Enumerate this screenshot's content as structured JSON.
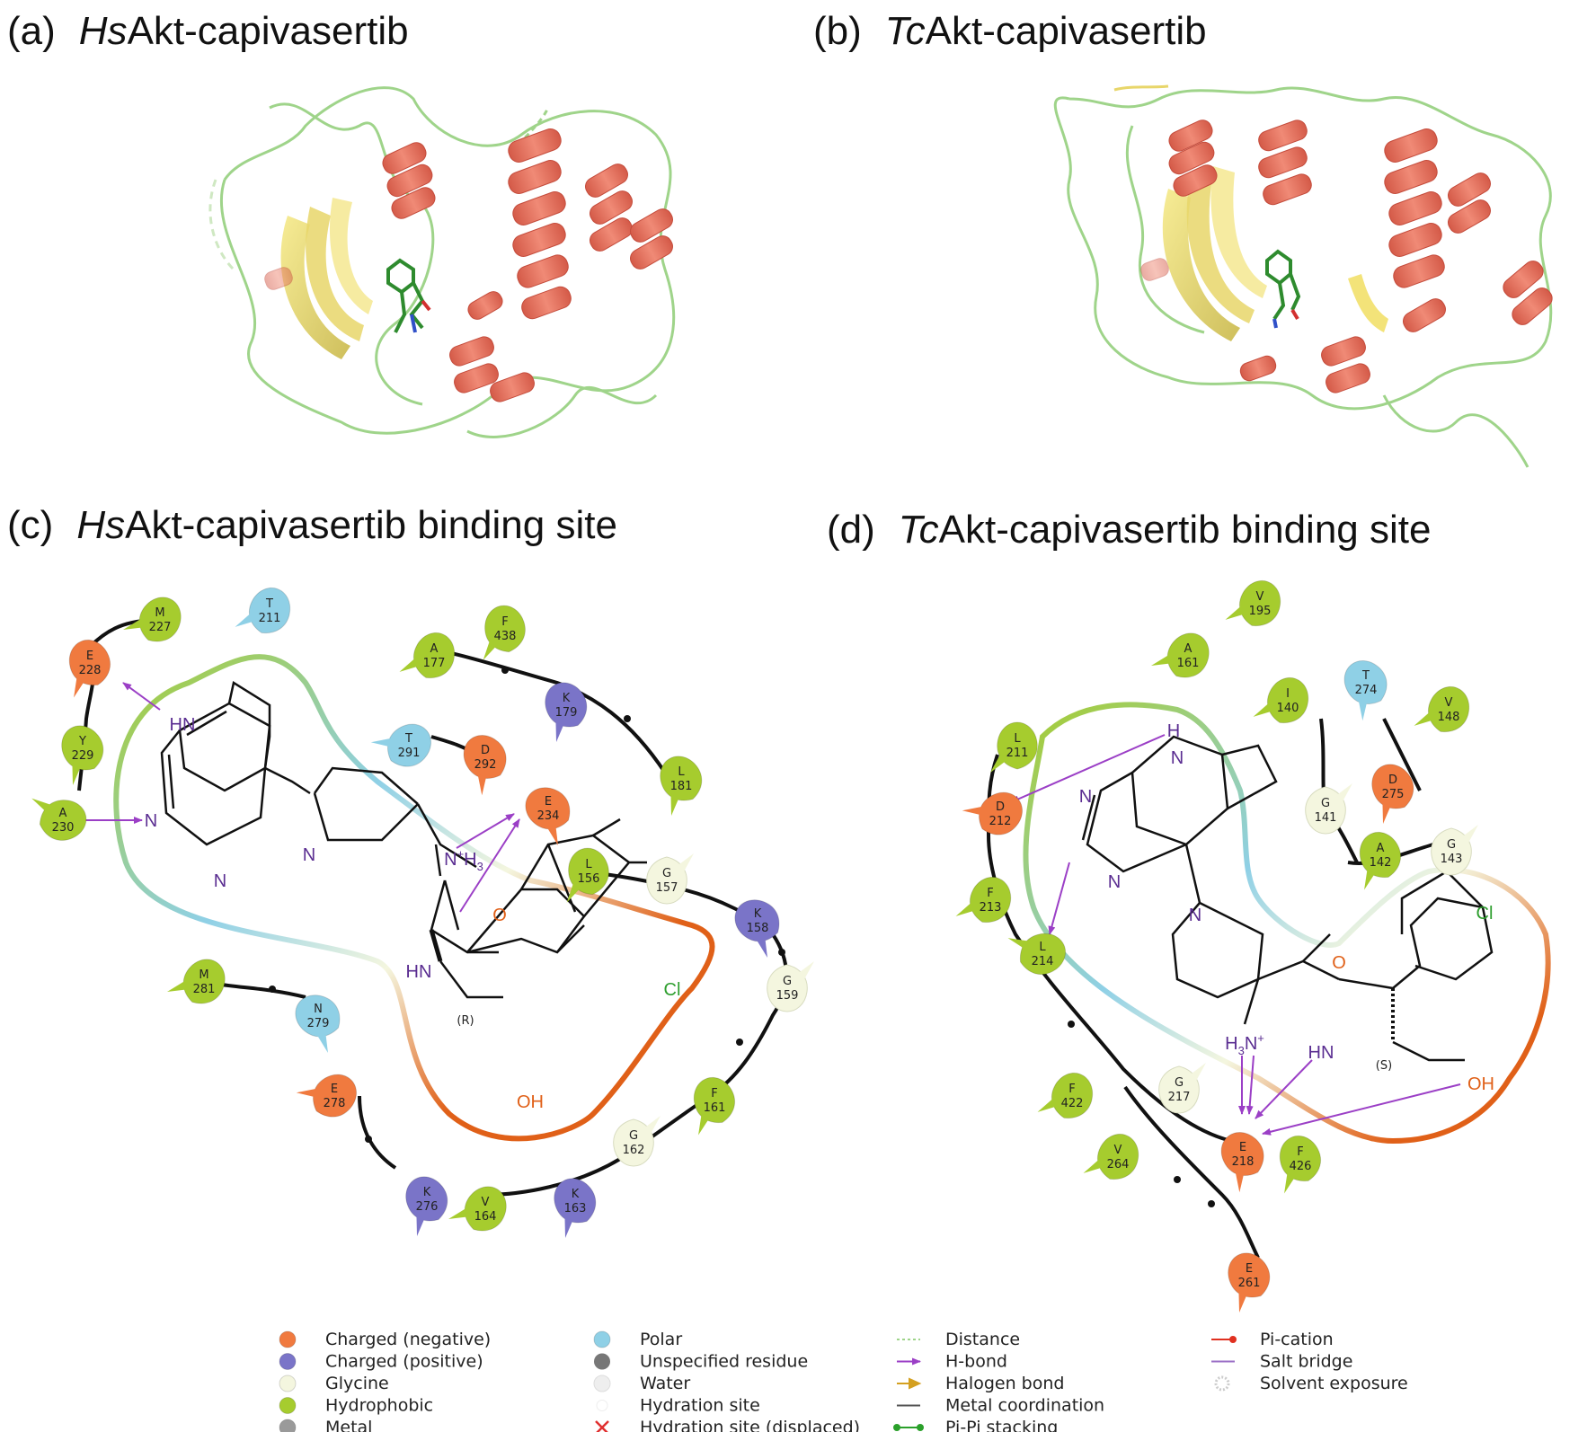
{
  "panels": [
    {
      "label": "(a)",
      "italic": "Hs",
      "rest": "Akt-capivasertib"
    },
    {
      "label": "(b)",
      "italic": "Tc",
      "rest": "Akt-capivasertib"
    },
    {
      "label": "(c)",
      "italic": "Hs",
      "rest": "Akt-capivasertib binding site"
    },
    {
      "label": "(d)",
      "italic": "Tc",
      "rest": "Akt-capivasertib binding site"
    }
  ],
  "colors": {
    "negative": "#f07a3f",
    "positive": "#7a74c8",
    "glycine": "#f4f6df",
    "hydrophobic": "#a6cc2e",
    "polar": "#8fd0e6",
    "metal": "#9a9a9a",
    "helix": "#e8705c",
    "sheet": "#f2e06a",
    "loop": "#9fd48a",
    "hbond": "#9b3fc6",
    "ligand": "#2e8b2e"
  },
  "residues_c": [
    {
      "aa": "M",
      "num": "227",
      "type": "hydrophobic"
    },
    {
      "aa": "T",
      "num": "211",
      "type": "polar"
    },
    {
      "aa": "E",
      "num": "228",
      "type": "negative"
    },
    {
      "aa": "Y",
      "num": "229",
      "type": "hydrophobic"
    },
    {
      "aa": "A",
      "num": "230",
      "type": "hydrophobic"
    },
    {
      "aa": "F",
      "num": "438",
      "type": "hydrophobic"
    },
    {
      "aa": "A",
      "num": "177",
      "type": "hydrophobic"
    },
    {
      "aa": "K",
      "num": "179",
      "type": "positive"
    },
    {
      "aa": "T",
      "num": "291",
      "type": "polar"
    },
    {
      "aa": "D",
      "num": "292",
      "type": "negative"
    },
    {
      "aa": "L",
      "num": "181",
      "type": "hydrophobic"
    },
    {
      "aa": "E",
      "num": "234",
      "type": "negative"
    },
    {
      "aa": "L",
      "num": "156",
      "type": "hydrophobic"
    },
    {
      "aa": "G",
      "num": "157",
      "type": "glycine"
    },
    {
      "aa": "K",
      "num": "158",
      "type": "positive"
    },
    {
      "aa": "G",
      "num": "159",
      "type": "glycine"
    },
    {
      "aa": "M",
      "num": "281",
      "type": "hydrophobic"
    },
    {
      "aa": "N",
      "num": "279",
      "type": "polar"
    },
    {
      "aa": "E",
      "num": "278",
      "type": "negative"
    },
    {
      "aa": "K",
      "num": "276",
      "type": "positive"
    },
    {
      "aa": "F",
      "num": "161",
      "type": "hydrophobic"
    },
    {
      "aa": "G",
      "num": "162",
      "type": "glycine"
    },
    {
      "aa": "K",
      "num": "163",
      "type": "positive"
    },
    {
      "aa": "V",
      "num": "164",
      "type": "hydrophobic"
    }
  ],
  "residues_d": [
    {
      "aa": "V",
      "num": "195",
      "type": "hydrophobic"
    },
    {
      "aa": "A",
      "num": "161",
      "type": "hydrophobic"
    },
    {
      "aa": "I",
      "num": "140",
      "type": "hydrophobic"
    },
    {
      "aa": "T",
      "num": "274",
      "type": "polar"
    },
    {
      "aa": "V",
      "num": "148",
      "type": "hydrophobic"
    },
    {
      "aa": "L",
      "num": "211",
      "type": "hydrophobic"
    },
    {
      "aa": "G",
      "num": "141",
      "type": "glycine"
    },
    {
      "aa": "D",
      "num": "275",
      "type": "negative"
    },
    {
      "aa": "D",
      "num": "212",
      "type": "negative"
    },
    {
      "aa": "A",
      "num": "142",
      "type": "hydrophobic"
    },
    {
      "aa": "G",
      "num": "143",
      "type": "glycine"
    },
    {
      "aa": "F",
      "num": "213",
      "type": "hydrophobic"
    },
    {
      "aa": "L",
      "num": "214",
      "type": "hydrophobic"
    },
    {
      "aa": "F",
      "num": "422",
      "type": "hydrophobic"
    },
    {
      "aa": "G",
      "num": "217",
      "type": "glycine"
    },
    {
      "aa": "V",
      "num": "264",
      "type": "hydrophobic"
    },
    {
      "aa": "E",
      "num": "218",
      "type": "negative"
    },
    {
      "aa": "F",
      "num": "426",
      "type": "hydrophobic"
    },
    {
      "aa": "E",
      "num": "261",
      "type": "negative"
    }
  ],
  "atoms_c": {
    "hn": "HN",
    "n": "N",
    "nh3_n": "N",
    "nh3_plus": "+",
    "nh3_h": "H",
    "nh3_sub": "3",
    "o": "O",
    "amide": "HN",
    "cl": "Cl",
    "oh": "OH",
    "stereo": "(R)"
  },
  "atoms_d": {
    "h": "H",
    "n": "N",
    "h3": "H",
    "h3_sub": "3",
    "h3_n": "N",
    "h3_plus": "+",
    "o": "O",
    "amide": "HN",
    "cl": "Cl",
    "oh": "OH",
    "stereo": "(S)"
  },
  "legend": [
    {
      "label": "Charged (negative)",
      "marker": "negative"
    },
    {
      "label": "Charged (positive)",
      "marker": "positive"
    },
    {
      "label": "Glycine",
      "marker": "glycine"
    },
    {
      "label": "Hydrophobic",
      "marker": "hydrophobic"
    },
    {
      "label": "Metal",
      "marker": "metal"
    },
    {
      "label": "Polar",
      "marker": "polar"
    },
    {
      "label": "Unspecified residue",
      "marker": "unspecified"
    },
    {
      "label": "Water",
      "marker": "water"
    },
    {
      "label": "Hydration site",
      "marker": "hydration"
    },
    {
      "label": "Hydration site (displaced)",
      "marker": "displaced"
    },
    {
      "label": "Distance",
      "marker": "distance"
    },
    {
      "label": "H-bond",
      "marker": "hbond"
    },
    {
      "label": "Halogen bond",
      "marker": "halogen"
    },
    {
      "label": "Metal coordination",
      "marker": "metalcoord"
    },
    {
      "label": "Pi-Pi stacking",
      "marker": "pipi"
    },
    {
      "label": "Pi-cation",
      "marker": "pication"
    },
    {
      "label": "Salt bridge",
      "marker": "saltbridge"
    },
    {
      "label": "Solvent exposure",
      "marker": "solvent"
    }
  ]
}
